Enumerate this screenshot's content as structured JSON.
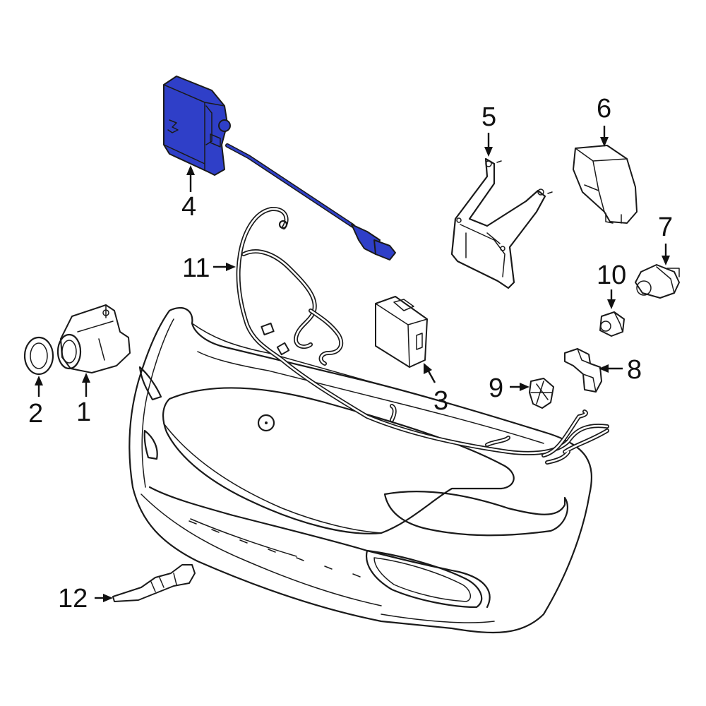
{
  "highlight_color": "#2f3fc8",
  "callouts": [
    {
      "id": "1",
      "label": "1"
    },
    {
      "id": "2",
      "label": "2"
    },
    {
      "id": "3",
      "label": "3"
    },
    {
      "id": "4",
      "label": "4"
    },
    {
      "id": "5",
      "label": "5"
    },
    {
      "id": "6",
      "label": "6"
    },
    {
      "id": "7",
      "label": "7"
    },
    {
      "id": "8",
      "label": "8"
    },
    {
      "id": "9",
      "label": "9"
    },
    {
      "id": "10",
      "label": "10"
    },
    {
      "id": "11",
      "label": "11"
    },
    {
      "id": "12",
      "label": "12"
    }
  ]
}
